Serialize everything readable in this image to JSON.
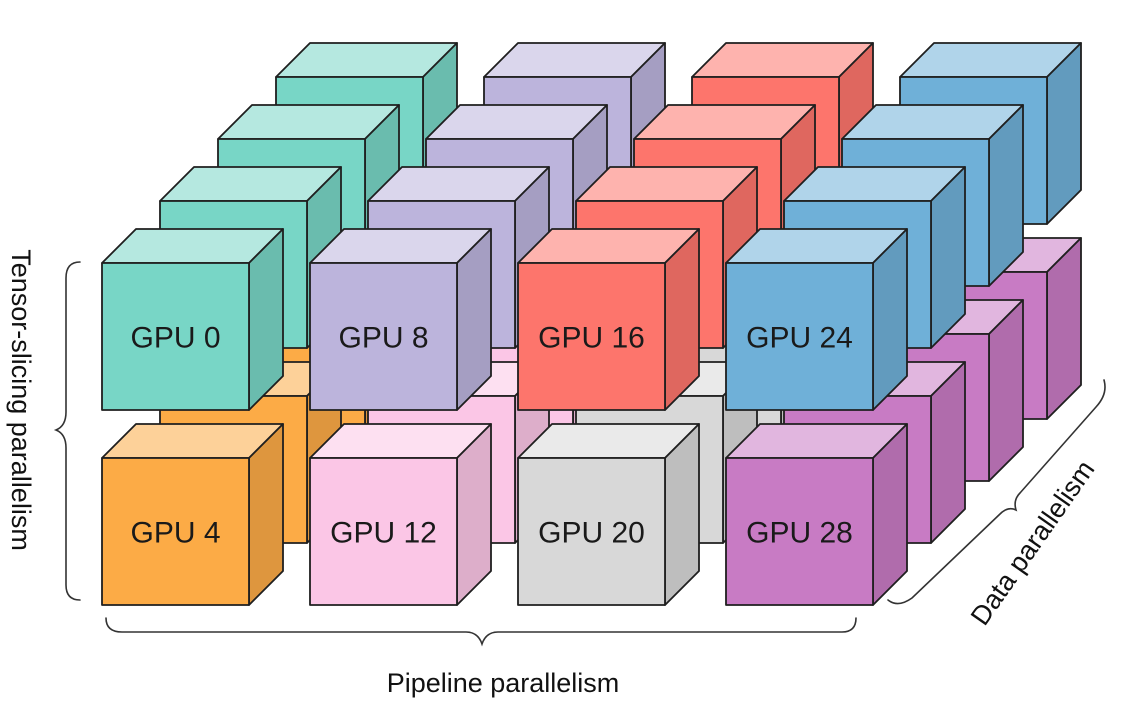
{
  "cubes": [
    {
      "label": "GPU 0",
      "pipeline": 0,
      "tensor": 0,
      "data": 0,
      "color": "#78d6c6"
    },
    {
      "label": "GPU 8",
      "pipeline": 1,
      "tensor": 0,
      "data": 0,
      "color": "#bcb4dc"
    },
    {
      "label": "GPU 16",
      "pipeline": 2,
      "tensor": 0,
      "data": 0,
      "color": "#fd756c"
    },
    {
      "label": "GPU 24",
      "pipeline": 3,
      "tensor": 0,
      "data": 0,
      "color": "#6fb0d8"
    },
    {
      "label": "GPU 4",
      "pipeline": 0,
      "tensor": 1,
      "data": 0,
      "color": "#fcab46"
    },
    {
      "label": "GPU 12",
      "pipeline": 1,
      "tensor": 1,
      "data": 0,
      "color": "#fbc6e6"
    },
    {
      "label": "GPU 20",
      "pipeline": 2,
      "tensor": 1,
      "data": 0,
      "color": "#d8d8d8"
    },
    {
      "label": "GPU 28",
      "pipeline": 3,
      "tensor": 1,
      "data": 0,
      "color": "#c87bc4"
    },
    {
      "label": "",
      "pipeline": 0,
      "tensor": 0,
      "data": 1,
      "color": "#78d6c6"
    },
    {
      "label": "",
      "pipeline": 1,
      "tensor": 0,
      "data": 1,
      "color": "#bcb4dc"
    },
    {
      "label": "",
      "pipeline": 2,
      "tensor": 0,
      "data": 1,
      "color": "#fd756c"
    },
    {
      "label": "",
      "pipeline": 3,
      "tensor": 0,
      "data": 1,
      "color": "#6fb0d8"
    },
    {
      "label": "",
      "pipeline": 0,
      "tensor": 1,
      "data": 1,
      "color": "#fcab46"
    },
    {
      "label": "",
      "pipeline": 1,
      "tensor": 1,
      "data": 1,
      "color": "#fbc6e6"
    },
    {
      "label": "",
      "pipeline": 2,
      "tensor": 1,
      "data": 1,
      "color": "#d8d8d8"
    },
    {
      "label": "",
      "pipeline": 3,
      "tensor": 1,
      "data": 1,
      "color": "#c87bc4"
    },
    {
      "label": "",
      "pipeline": 0,
      "tensor": 0,
      "data": 2,
      "color": "#78d6c6"
    },
    {
      "label": "",
      "pipeline": 1,
      "tensor": 0,
      "data": 2,
      "color": "#bcb4dc"
    },
    {
      "label": "",
      "pipeline": 2,
      "tensor": 0,
      "data": 2,
      "color": "#fd756c"
    },
    {
      "label": "",
      "pipeline": 3,
      "tensor": 0,
      "data": 2,
      "color": "#6fb0d8"
    },
    {
      "label": "",
      "pipeline": 0,
      "tensor": 1,
      "data": 2,
      "color": "#fcab46"
    },
    {
      "label": "",
      "pipeline": 1,
      "tensor": 1,
      "data": 2,
      "color": "#fbc6e6"
    },
    {
      "label": "",
      "pipeline": 2,
      "tensor": 1,
      "data": 2,
      "color": "#d8d8d8"
    },
    {
      "label": "",
      "pipeline": 3,
      "tensor": 1,
      "data": 2,
      "color": "#c87bc4"
    },
    {
      "label": "",
      "pipeline": 0,
      "tensor": 0,
      "data": 3,
      "color": "#78d6c6"
    },
    {
      "label": "",
      "pipeline": 1,
      "tensor": 0,
      "data": 3,
      "color": "#bcb4dc"
    },
    {
      "label": "",
      "pipeline": 2,
      "tensor": 0,
      "data": 3,
      "color": "#fd756c"
    },
    {
      "label": "",
      "pipeline": 3,
      "tensor": 0,
      "data": 3,
      "color": "#6fb0d8"
    },
    {
      "label": "",
      "pipeline": 0,
      "tensor": 1,
      "data": 3,
      "color": "#fcab46"
    },
    {
      "label": "",
      "pipeline": 1,
      "tensor": 1,
      "data": 3,
      "color": "#fbc6e6"
    },
    {
      "label": "",
      "pipeline": 2,
      "tensor": 1,
      "data": 3,
      "color": "#d8d8d8"
    },
    {
      "label": "",
      "pipeline": 3,
      "tensor": 1,
      "data": 3,
      "color": "#c87bc4"
    }
  ],
  "axes": {
    "tensor_label": "Tensor-slicing parallelism",
    "pipeline_label": "Pipeline parallelism",
    "data_label": "Data parallelism"
  }
}
